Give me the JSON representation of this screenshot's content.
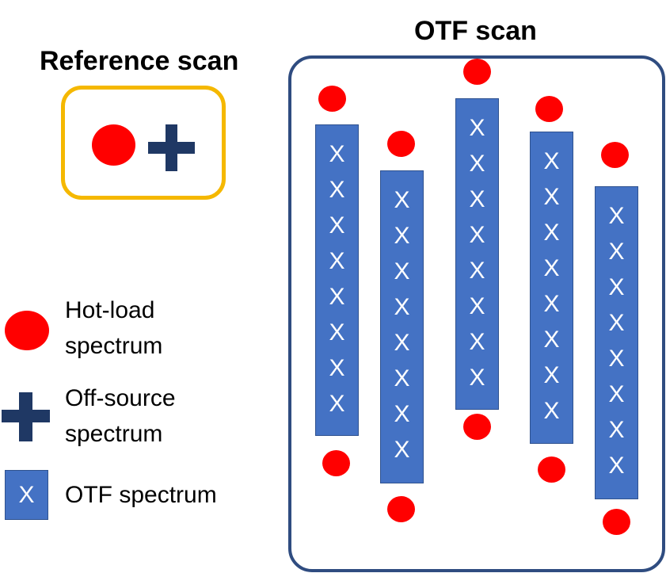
{
  "reference": {
    "title": "Reference scan"
  },
  "otf": {
    "title": "OTF scan"
  },
  "legend": {
    "hot_load_line1": "Hot-load",
    "hot_load_line2": "spectrum",
    "off_source_line1": "Off-source",
    "off_source_line2": "spectrum",
    "otf_spectrum": "OTF spectrum"
  },
  "x_symbol": "X",
  "colors": {
    "hot_load": "#FF0000",
    "off_source": "#1F3864",
    "otf_column": "#4472C4",
    "reference_box": "#F5B800",
    "otf_box": "#2F4C80"
  },
  "otf_columns": [
    {
      "x_count": 8
    },
    {
      "x_count": 8
    },
    {
      "x_count": 8
    },
    {
      "x_count": 8
    },
    {
      "x_count": 8
    }
  ]
}
